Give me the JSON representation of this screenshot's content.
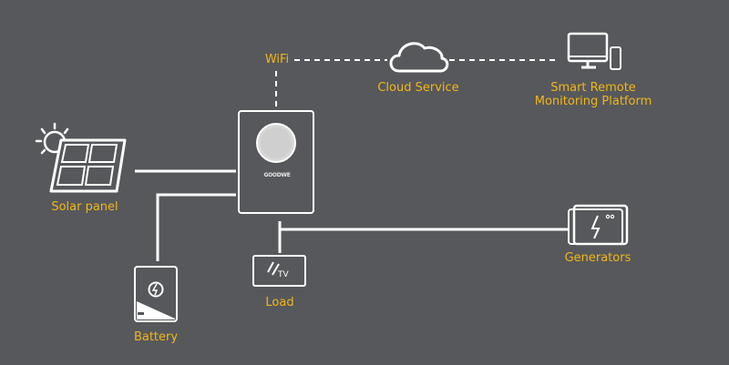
{
  "labels": {
    "wifi": "WiFi",
    "cloud": "Cloud Service",
    "smart_line1": "Smart Remote",
    "smart_line2": "Monitoring Platform",
    "solar": "Solar panel",
    "battery": "Battery",
    "load": "Load",
    "generators": "Generators"
  },
  "device_text": {
    "tv": "TV",
    "brand": "GOODWE"
  },
  "colors": {
    "background": "#56585b",
    "line": "#ffffff",
    "label": "#f2b617"
  },
  "icons": {
    "cloud": "cloud-icon",
    "monitor": "monitor-phone-icon",
    "solar": "solar-panel-sun-icon",
    "inverter": "inverter-icon",
    "battery": "battery-icon",
    "load": "tv-icon",
    "generators": "generator-icon"
  }
}
